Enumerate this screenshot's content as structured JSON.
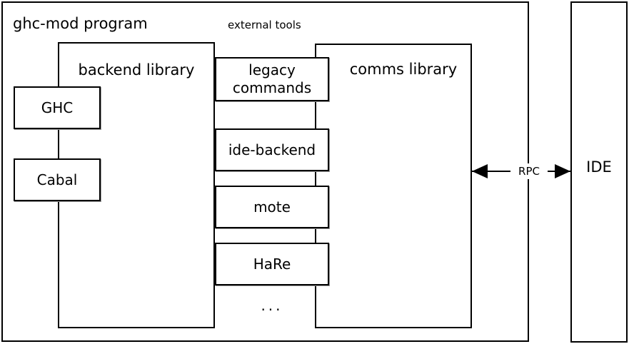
{
  "colors": {
    "line": "#000000",
    "background": "#ffffff",
    "box_shadow": "#9a9a9a"
  },
  "outer_box": {
    "label": "ghc-mod program"
  },
  "external_tools": {
    "label": "external tools"
  },
  "backend_library": {
    "label": "backend library"
  },
  "backend_children": [
    {
      "label": "GHC"
    },
    {
      "label": "Cabal"
    }
  ],
  "tool_boxes": [
    {
      "label": "legacy commands"
    },
    {
      "label": "ide-backend"
    },
    {
      "label": "mote"
    },
    {
      "label": "HaRe"
    }
  ],
  "more_tools": {
    "label": "..."
  },
  "comms_library": {
    "label": "comms library"
  },
  "rpc": {
    "label": "RPC"
  },
  "ide": {
    "label": "IDE"
  }
}
